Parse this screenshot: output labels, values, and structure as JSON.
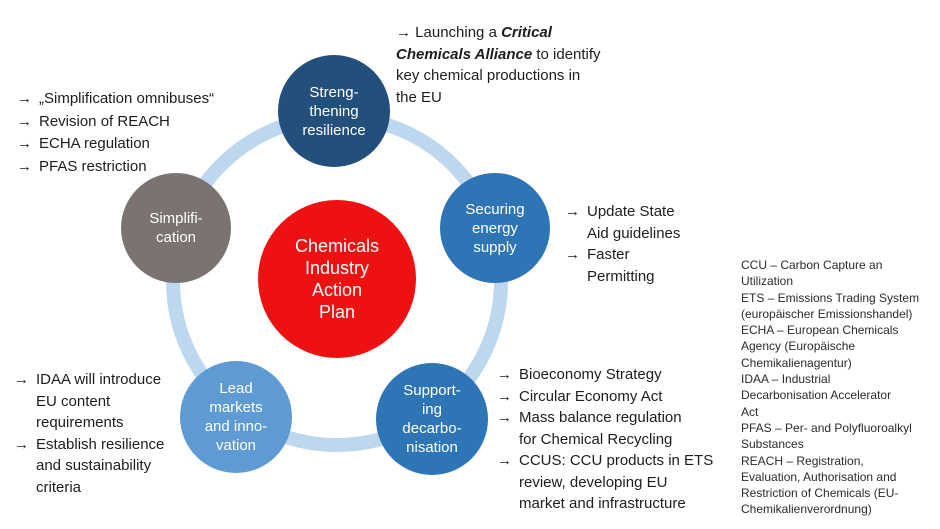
{
  "arrow_glyph": "→",
  "colors": {
    "center": "#ED1111",
    "resilience": "#224F7C",
    "energy": "#2E75B6",
    "decarbonisation": "#2E75B6",
    "markets": "#5E9BD4",
    "simplification": "#7A7372",
    "ring": "#BDD7EE",
    "text": "#1D1D1D"
  },
  "center_circle": {
    "lines": [
      "Chemicals",
      "Industry",
      "Action",
      "Plan"
    ]
  },
  "circles": {
    "resilience": {
      "lines": [
        "Streng-",
        "thening",
        "resilience"
      ]
    },
    "energy": {
      "lines": [
        "Securing",
        "energy",
        "supply"
      ]
    },
    "decarbonisation": {
      "lines": [
        "Support-",
        "ing",
        "decarbo-",
        "nisation"
      ]
    },
    "markets": {
      "lines": [
        "Lead",
        "markets",
        "and inno-",
        "vation"
      ]
    },
    "simplification": {
      "lines": [
        "Simplifi-",
        "cation"
      ]
    }
  },
  "notes": {
    "top": {
      "segments": [
        {
          "text": "Launching a ",
          "style": "normal"
        },
        {
          "text": "Critical\nChemicals Alliance",
          "style": "bold-italic"
        },
        {
          "text": " to identify\nkey chemical productions in\nthe EU",
          "style": "normal"
        }
      ]
    },
    "top_left": {
      "items": [
        "„Simplification omnibuses“",
        "Revision of REACH",
        "ECHA regulation",
        "PFAS restriction"
      ]
    },
    "right": {
      "items": [
        "Update State\nAid guidelines",
        "Faster\nPermitting"
      ]
    },
    "bottom_left": {
      "items": [
        "IDAA will introduce\nEU content\nrequirements",
        "Establish resilience\nand sustainability\ncriteria"
      ]
    },
    "bottom_right": {
      "items": [
        "Bioeconomy Strategy",
        "Circular Economy Act",
        "Mass balance regulation\nfor Chemical Recycling",
        "CCUS: CCU products in ETS\nreview, developing EU\nmarket and infrastructure"
      ]
    }
  },
  "glossary": {
    "items": [
      "CCU – Carbon Capture an\nUtilization",
      "ETS – Emissions Trading System\n(europäischer Emissionshandel)",
      "ECHA – European Chemicals\nAgency (Europäische\nChemikalienagentur)",
      "IDAA – Industrial\nDecarbonisation Accelerator\nAct",
      "PFAS – Per- and Polyfluoroalkyl\nSubstances",
      "REACH – Registration,\nEvaluation, Authorisation and\nRestriction of Chemicals (EU-\nChemikalienverordnung)"
    ]
  }
}
